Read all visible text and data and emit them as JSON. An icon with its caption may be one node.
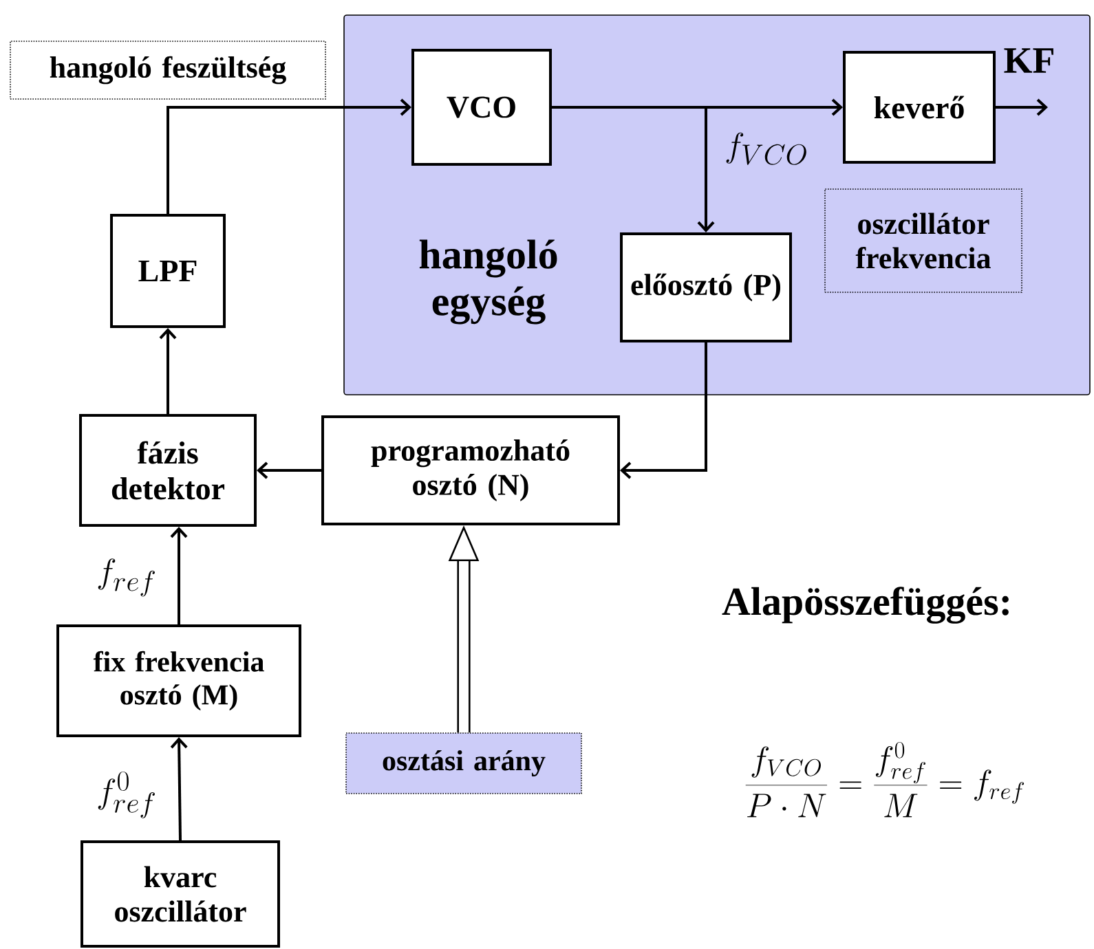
{
  "diagram": {
    "nodes": [
      {
        "text": [
          "hangoló egység"
        ]
      },
      {
        "text": [
          "VCO"
        ],
        "in": 0
      },
      {
        "text": [
          "keverő"
        ],
        "in": 0
      },
      {
        "text": [
          "előosztó (P)"
        ],
        "in": 0
      },
      {
        "text": [
          "oszcillátor frekvencia"
        ],
        "in": 0
      },
      {
        "text": [
          "hangoló feszültség"
        ]
      },
      {
        "text": [
          "LPF"
        ]
      },
      {
        "text": [
          "fázis detektor"
        ]
      },
      {
        "text": [
          "programozható osztó (N)"
        ]
      },
      {
        "text": [
          "fix frekvencia osztó (M)"
        ]
      },
      {
        "text": [
          "kvarc oszcillátor"
        ]
      },
      {
        "text": [
          "osztási arány"
        ]
      }
    ],
    "edges": [
      {
        "from": 6,
        "to": 1,
        "arrow": "to"
      },
      {
        "from": 1,
        "to": 2,
        "arrow": "to"
      },
      {
        "from": 1,
        "to": 3,
        "arrow": "to",
        "label": "f_{VCO}"
      },
      {
        "from": 3,
        "to": 8,
        "arrow": "to"
      },
      {
        "from": 8,
        "to": 7,
        "arrow": "to"
      },
      {
        "from": 7,
        "to": 6,
        "arrow": "to"
      },
      {
        "from": 9,
        "to": 7,
        "arrow": "to",
        "label": "f_{ref}"
      },
      {
        "from": 10,
        "to": 9,
        "arrow": "to",
        "label": "f_{ref}^{0}"
      },
      {
        "from": 11,
        "to": 8,
        "arrow": "to",
        "style": "thick"
      },
      {
        "from": 2,
        "to": null,
        "arrow": "to",
        "label": "KF"
      }
    ],
    "labels": [
      "Alapösszefüggés:",
      "\\frac{f_{VCO}}{P\\cdot N}=\\frac{f_{ref}^{0}}{M}=f_{ref}"
    ]
  }
}
